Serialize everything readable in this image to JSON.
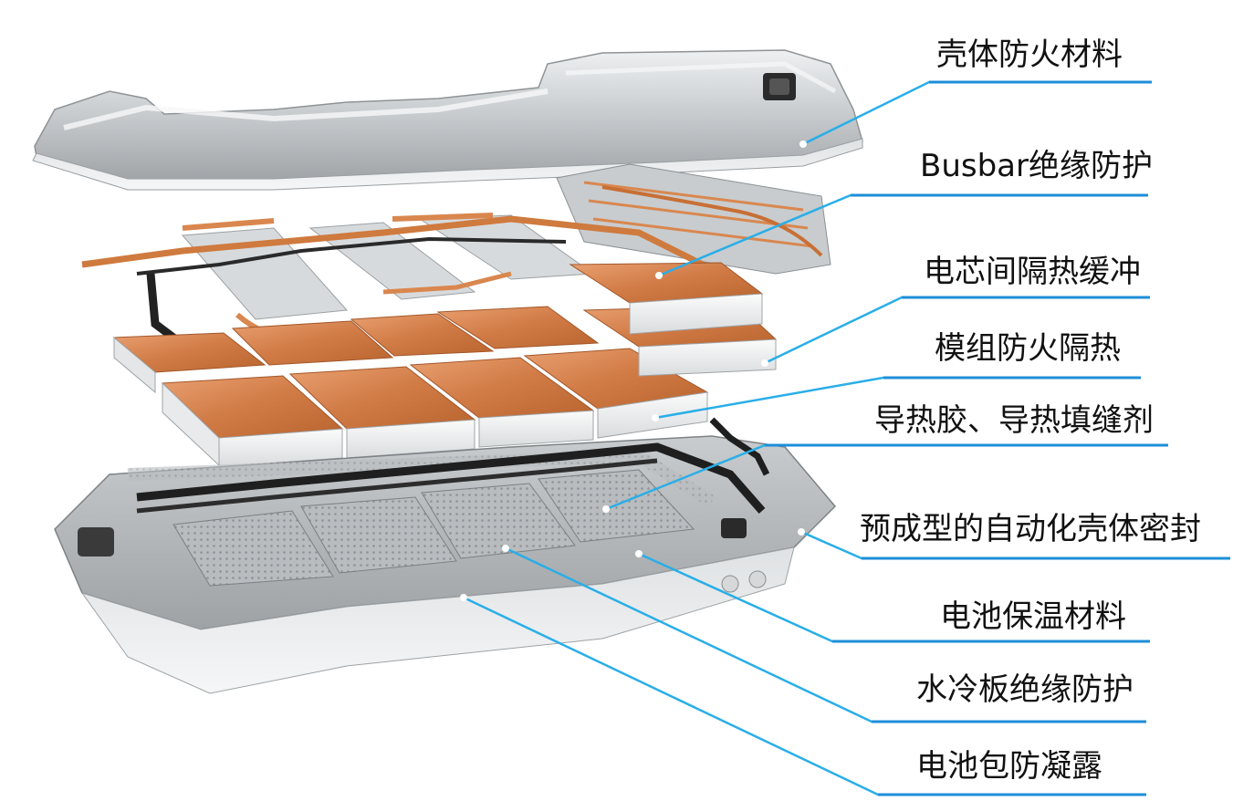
{
  "colors": {
    "leader": "#29aee8",
    "underline": "#1d8ed8",
    "shell": "#cfd3d7",
    "copper": "#d9874f",
    "cable": "#1e1e1e",
    "tray": "#b7babd"
  },
  "labels": [
    {
      "id": "housing-fireproof",
      "text": "壳体防火材料"
    },
    {
      "id": "busbar-insulation",
      "text": "Busbar绝缘防护"
    },
    {
      "id": "cell-insulation-buffer",
      "text": "电芯间隔热缓冲"
    },
    {
      "id": "module-fireproof",
      "text": "模组防火隔热"
    },
    {
      "id": "thermal-adhesive",
      "text": "导热胶、导热填缝剂"
    },
    {
      "id": "housing-seal",
      "text": "预成型的自动化壳体密封"
    },
    {
      "id": "battery-insulation",
      "text": "电池保温材料"
    },
    {
      "id": "coldplate-insulation",
      "text": "水冷板绝缘防护"
    },
    {
      "id": "anti-condensation",
      "text": "电池包防凝露"
    }
  ]
}
